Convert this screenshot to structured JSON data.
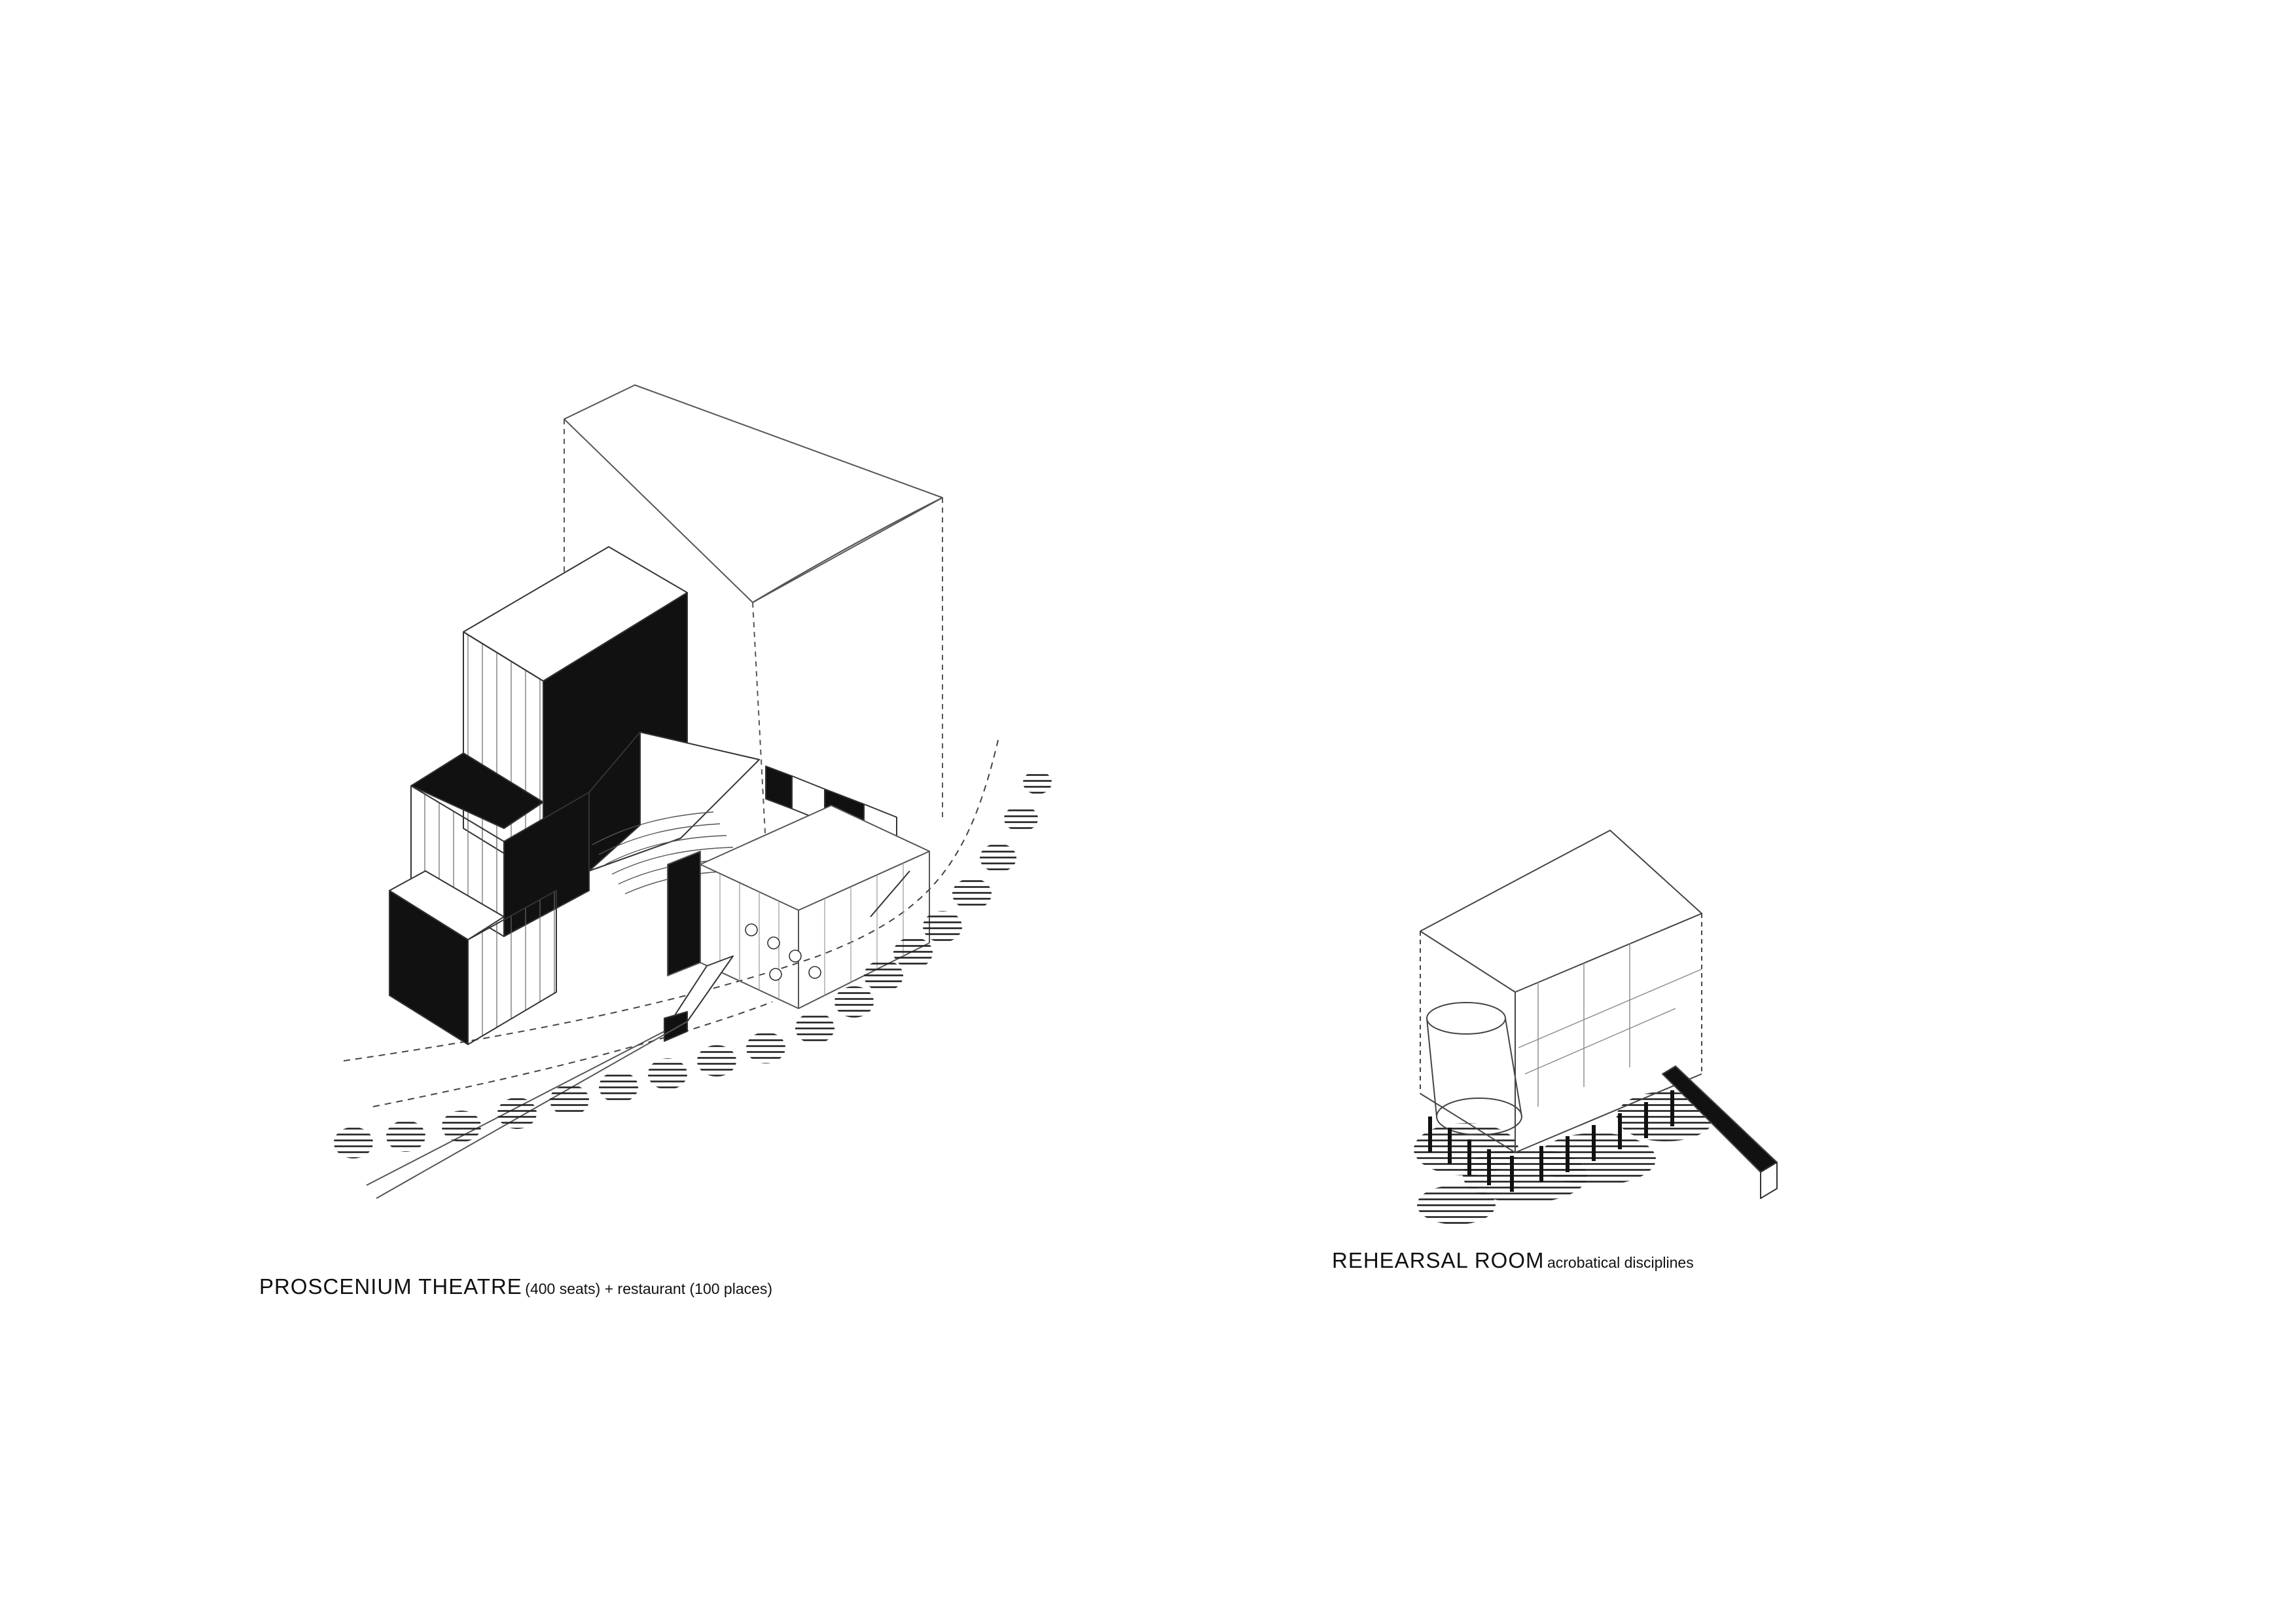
{
  "drawings": [
    {
      "id": "theatre",
      "title": "PROSCENIUM THEATRE",
      "subtitle": "(400 seats) + restaurant (100 places)"
    },
    {
      "id": "rehearsal",
      "title": "REHEARSAL ROOM",
      "subtitle": "acrobatical disciplines"
    }
  ],
  "colors": {
    "ink": "#111111",
    "paper": "#ffffff",
    "line": "#444444"
  }
}
